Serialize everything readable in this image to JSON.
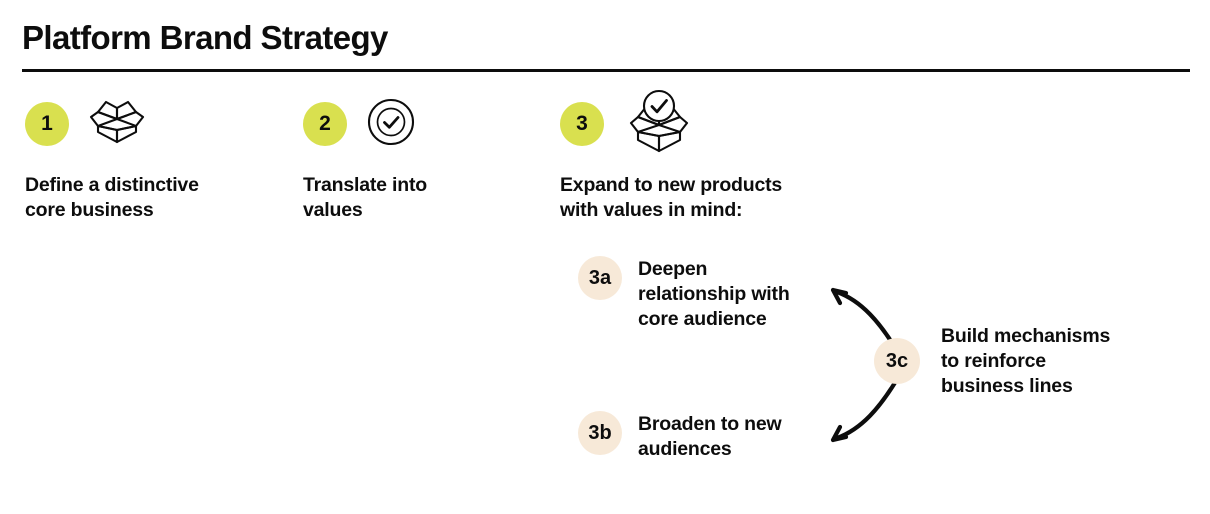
{
  "page": {
    "title": "Platform Brand Strategy",
    "background_color": "#ffffff",
    "text_color": "#0d0d0d"
  },
  "colors": {
    "step_badge": "#d9e04f",
    "substep_badge": "#f7e9d8",
    "line": "#0d0d0d"
  },
  "steps": [
    {
      "number": "1",
      "icon": "open-box-icon",
      "text": "Define a distinctive\ncore business"
    },
    {
      "number": "2",
      "icon": "check-circle-icon",
      "text": "Translate into\nvalues"
    },
    {
      "number": "3",
      "icon": "box-with-check-icon",
      "text": "Expand to new products\nwith values in mind:"
    }
  ],
  "substeps": [
    {
      "number": "3a",
      "text": "Deepen\nrelationship with\ncore audience"
    },
    {
      "number": "3b",
      "text": "Broaden to new\naudiences"
    }
  ],
  "outcome": {
    "number": "3c",
    "text": "Build mechanisms\nto reinforce\nbusiness lines"
  }
}
